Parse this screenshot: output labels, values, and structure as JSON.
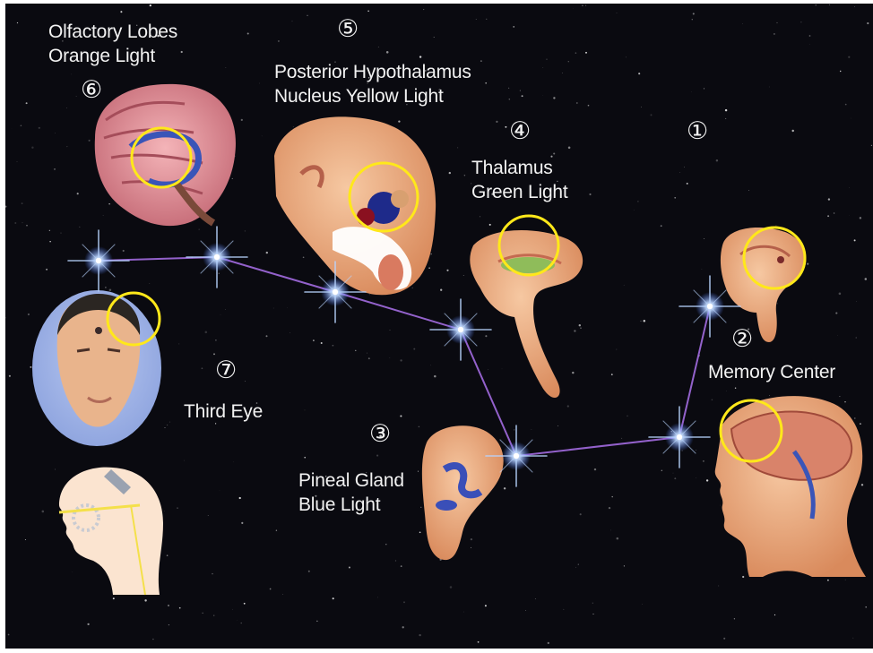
{
  "labels": {
    "olfactory": {
      "line1": "Olfactory Lobes",
      "line2": "Orange Light",
      "number": "⑥"
    },
    "hypothalamus": {
      "line1": "Posterior Hypothalamus",
      "line2": "Nucleus Yellow Light",
      "number": "⑤"
    },
    "thalamus": {
      "line1": "Thalamus",
      "line2": "Green Light",
      "number": "④"
    },
    "crown": {
      "number": "①"
    },
    "memory": {
      "line1": "Memory Center",
      "number": "②"
    },
    "third_eye": {
      "line1": "Third Eye",
      "number": "⑦"
    },
    "pineal": {
      "line1": "Pineal Gland",
      "line2": "Blue Light",
      "number": "③"
    }
  },
  "colors": {
    "background": "#0a0a10",
    "highlight_circle": "#ffe81a",
    "connector": "#a26be0",
    "star": "#b8d4ff",
    "text": "#f2f2f2"
  }
}
